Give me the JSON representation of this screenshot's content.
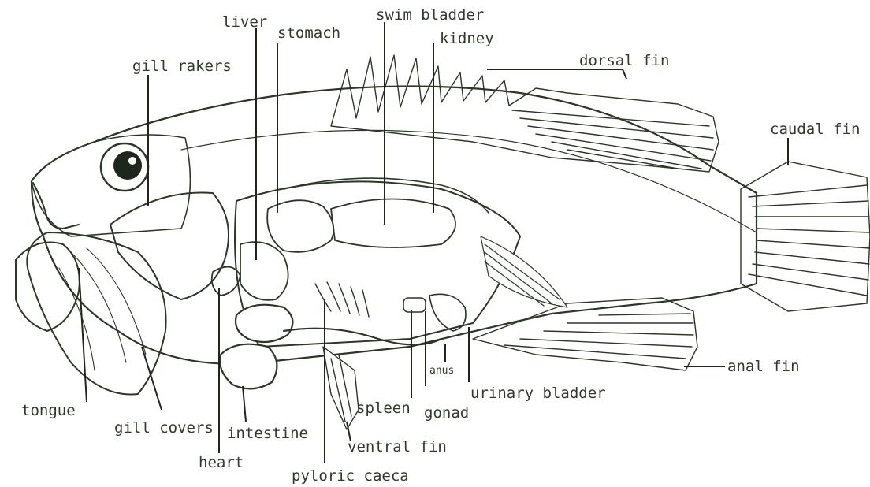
{
  "labels": {
    "liver": "liver",
    "stomach": "stomach",
    "swim_bladder": "swim bladder",
    "kidney": "kidney",
    "dorsal_fin": "dorsal fin",
    "gill_rakers": "gill rakers",
    "caudal_fin": "caudal fin",
    "anal_fin": "anal fin",
    "anus": "anus",
    "urinary_bladder": "urinary bladder",
    "tongue": "tongue",
    "gill_covers": "gill covers",
    "intestine": "intestine",
    "spleen": "spleen",
    "gonad": "gonad",
    "ventral_fin": "ventral fin",
    "heart": "heart",
    "pyloric_caeca": "pyloric caeca"
  },
  "colors": {
    "ink": "#2c3726",
    "label": "#2f3a2a",
    "shade": "#c9ccc0",
    "background": "#ffffff"
  }
}
